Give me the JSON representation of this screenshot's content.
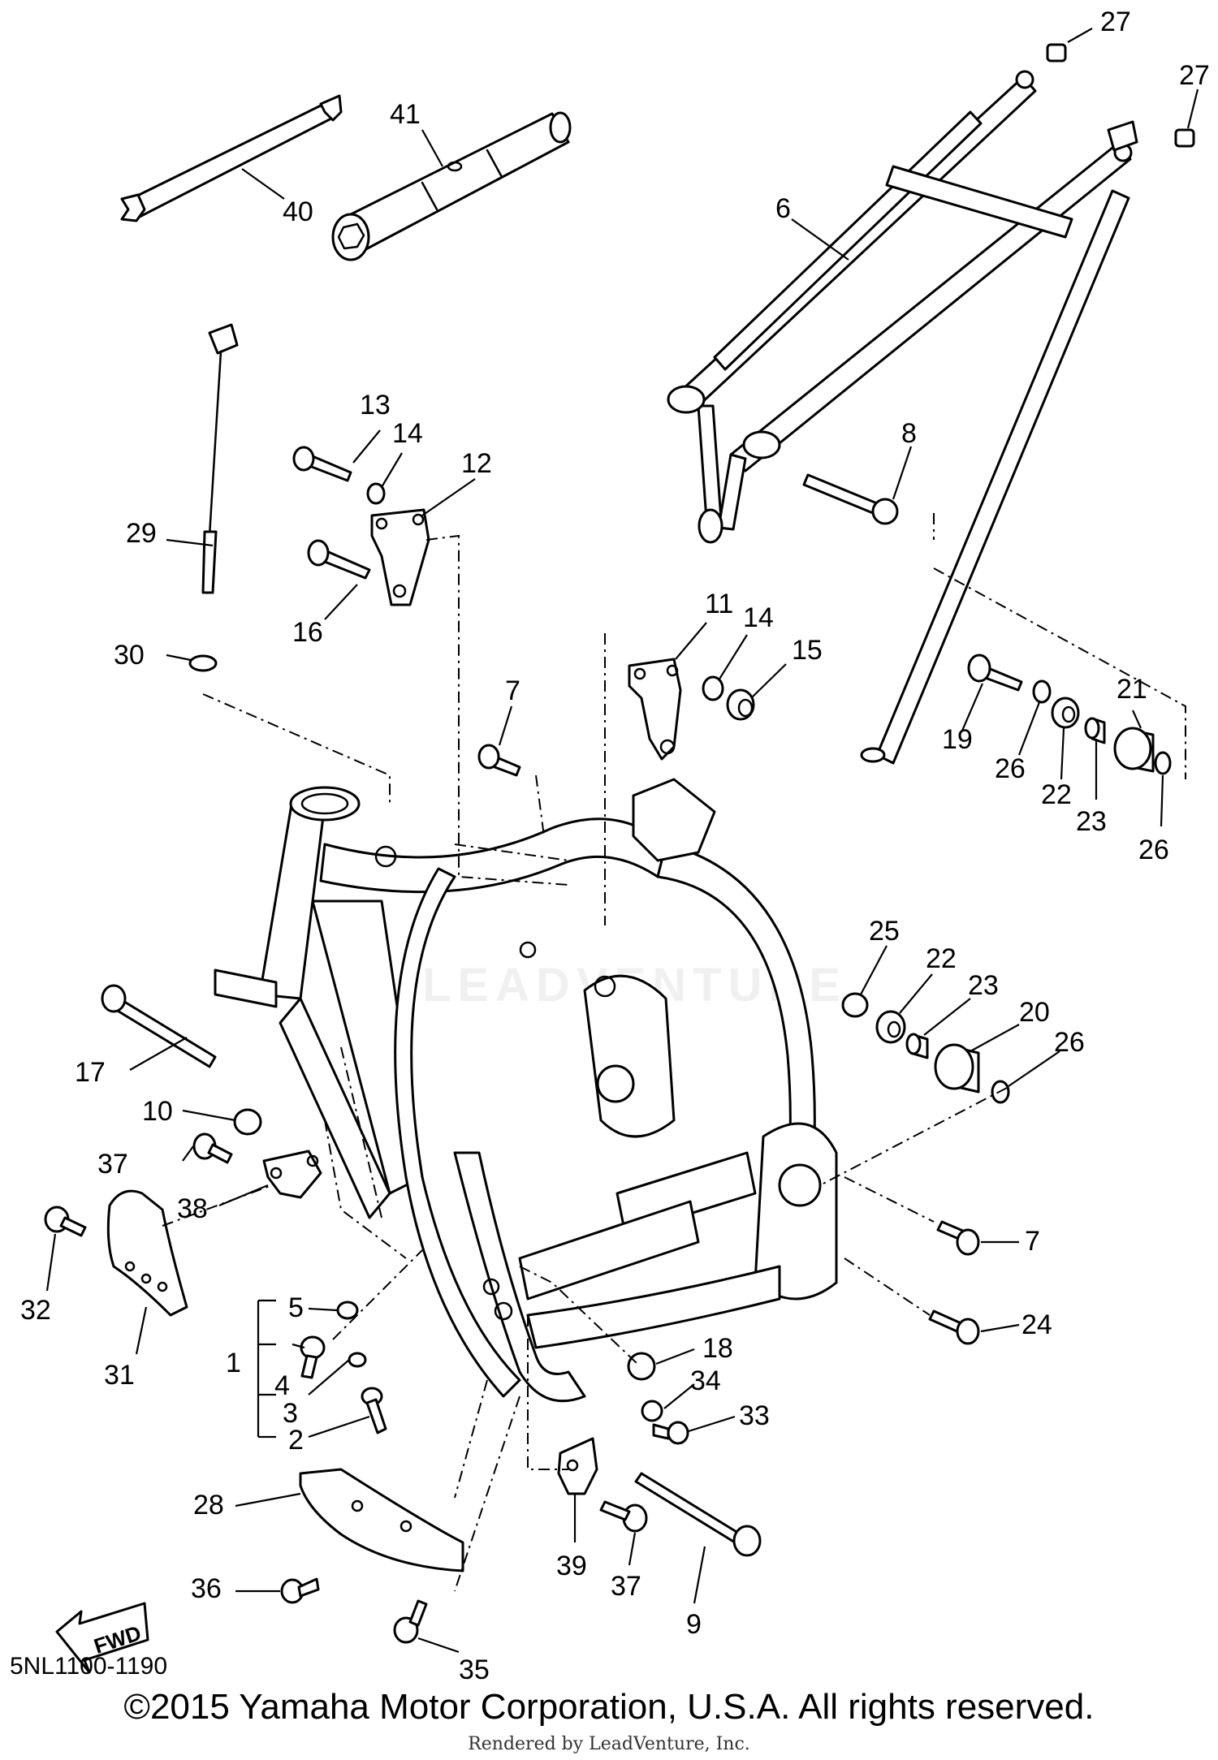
{
  "diagram": {
    "code": "5NL1100-1190",
    "copyright": "©2015 Yamaha Motor Corporation, U.S.A. All rights reserved.",
    "rendered_by": "Rendered by LeadVenture, Inc.",
    "watermark": "LEADVENTURE",
    "fwd_label": "FWD"
  },
  "callouts": [
    {
      "id": "c27a",
      "text": "27"
    },
    {
      "id": "c27b",
      "text": "27"
    },
    {
      "id": "c41",
      "text": "41"
    },
    {
      "id": "c40",
      "text": "40"
    },
    {
      "id": "c6",
      "text": "6"
    },
    {
      "id": "c8",
      "text": "8"
    },
    {
      "id": "c13",
      "text": "13"
    },
    {
      "id": "c14a",
      "text": "14"
    },
    {
      "id": "c12",
      "text": "12"
    },
    {
      "id": "c29",
      "text": "29"
    },
    {
      "id": "c16",
      "text": "16"
    },
    {
      "id": "c30",
      "text": "30"
    },
    {
      "id": "c11",
      "text": "11"
    },
    {
      "id": "c14b",
      "text": "14"
    },
    {
      "id": "c15",
      "text": "15"
    },
    {
      "id": "c7a",
      "text": "7"
    },
    {
      "id": "c21",
      "text": "21"
    },
    {
      "id": "c19",
      "text": "19"
    },
    {
      "id": "c26a",
      "text": "26"
    },
    {
      "id": "c22a",
      "text": "22"
    },
    {
      "id": "c23a",
      "text": "23"
    },
    {
      "id": "c26b",
      "text": "26"
    },
    {
      "id": "c25",
      "text": "25"
    },
    {
      "id": "c22b",
      "text": "22"
    },
    {
      "id": "c23b",
      "text": "23"
    },
    {
      "id": "c20",
      "text": "20"
    },
    {
      "id": "c26c",
      "text": "26"
    },
    {
      "id": "c17",
      "text": "17"
    },
    {
      "id": "c10",
      "text": "10"
    },
    {
      "id": "c37a",
      "text": "37"
    },
    {
      "id": "c38",
      "text": "38"
    },
    {
      "id": "c32",
      "text": "32"
    },
    {
      "id": "c31",
      "text": "31"
    },
    {
      "id": "c5",
      "text": "5"
    },
    {
      "id": "c1",
      "text": "1"
    },
    {
      "id": "c4",
      "text": "4"
    },
    {
      "id": "c3",
      "text": "3"
    },
    {
      "id": "c2",
      "text": "2"
    },
    {
      "id": "c7b",
      "text": "7"
    },
    {
      "id": "c24",
      "text": "24"
    },
    {
      "id": "c18",
      "text": "18"
    },
    {
      "id": "c34",
      "text": "34"
    },
    {
      "id": "c33",
      "text": "33"
    },
    {
      "id": "c28",
      "text": "28"
    },
    {
      "id": "c39",
      "text": "39"
    },
    {
      "id": "c37b",
      "text": "37"
    },
    {
      "id": "c9",
      "text": "9"
    },
    {
      "id": "c36",
      "text": "36"
    },
    {
      "id": "c35",
      "text": "35"
    }
  ]
}
